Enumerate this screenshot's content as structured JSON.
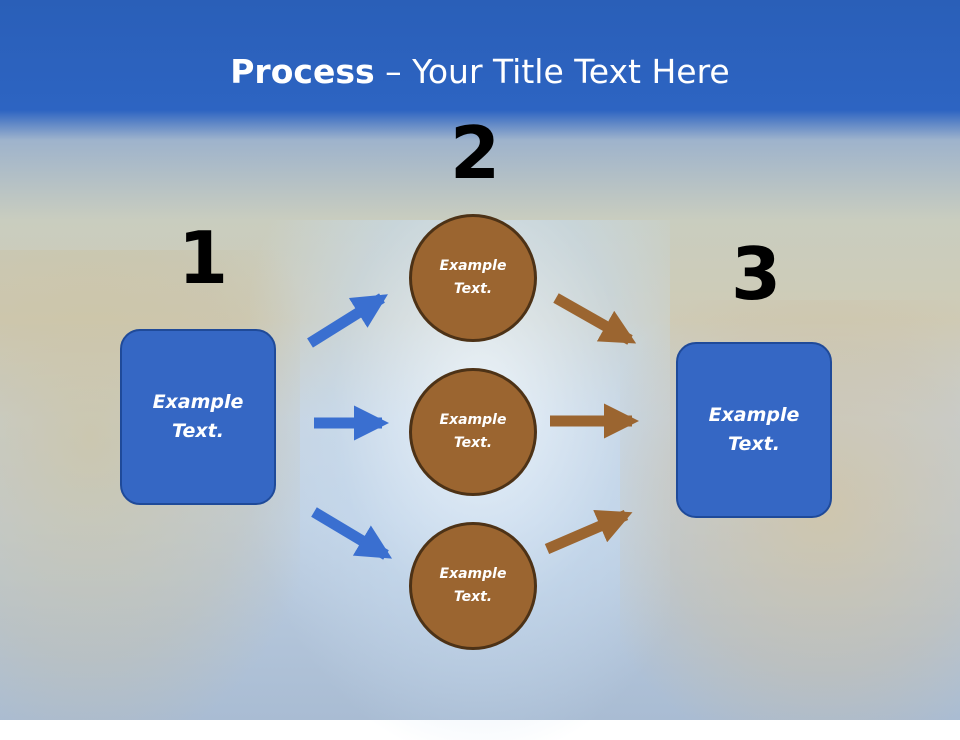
{
  "slide": {
    "title_bold": "Process",
    "title_rest": " – Your Title Text Here"
  },
  "steps": [
    {
      "number": "1"
    },
    {
      "number": "2"
    },
    {
      "number": "3"
    }
  ],
  "left_box": {
    "text": "Example\nText."
  },
  "circles": [
    {
      "text": "Example\nText."
    },
    {
      "text": "Example\nText."
    },
    {
      "text": "Example\nText."
    }
  ],
  "right_box": {
    "text": "Example\nText."
  },
  "colors": {
    "box_fill": "#3567c4",
    "circle_fill": "#9b6530",
    "blue_arrow": "#3a6fd0",
    "brown_arrow": "#9b6530"
  }
}
